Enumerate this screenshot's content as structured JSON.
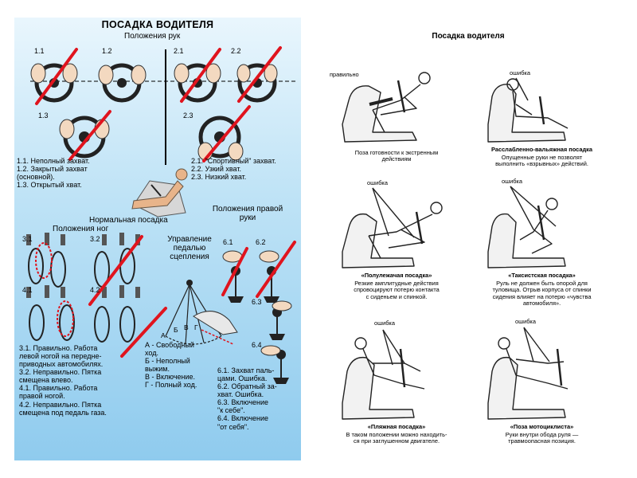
{
  "left_poster": {
    "title": "ПОСАДКА ВОДИТЕЛЯ",
    "hands_subtitle": "Положения рук",
    "grip_labels": [
      "1.1",
      "1.2",
      "2.1",
      "2.2",
      "1.3",
      "2.3"
    ],
    "grip_legend_left": "1.1. Неполный захват.\n1.2. Закрытый захват\n       (основной).\n1.3. Открытый хват.",
    "grip_legend_right": "2.1. \"Спортивный\" захват.\n2.2. Узкий хват.\n2.3. Низкий хват.",
    "normal_posture_label": "Нормальная посадка",
    "legs_subtitle": "Положения ног",
    "foot_labels": [
      "3.1",
      "3.2",
      "4.1",
      "4.2"
    ],
    "clutch_title": "Управление\nпедалью\nсцепления",
    "clutch_letters": [
      "А",
      "Б",
      "В",
      "Г"
    ],
    "right_hand_title": "Положения правой\nруки",
    "gear_labels": [
      "6.1",
      "6.2",
      "6.3",
      "6.4"
    ],
    "legs_legend": "3.1. Правильно. Работа\nлевой ногой на передне-\nприводных автомобилях.\n3.2. Неправильно. Пятка\nсмещена влево.\n4.1. Правильно. Работа\nправой ногой.\n4.2. Неправильно. Пятка\nсмещена под педаль газа.",
    "clutch_legend": "А - Свободный\nход.\nБ - Неполный\nвыжим.\nВ - Включение.\nГ - Полный ход.",
    "gear_legend": "6.1. Захват паль-\nцами. Ошибка.\n6.2. Обратный за-\nхват. Ошибка.\n6.3. Включение\n\"к себе\".\n6.4. Включение\n\"от себя\"."
  },
  "right_sheet": {
    "title": "Посадка водителя",
    "panels": [
      {
        "tag": "правильно",
        "caption": "Поза готовности к экстренным\nдействиям"
      },
      {
        "tag": "ошибка",
        "caption_bold": "Расслабленно-вальяжная посадка",
        "caption": "Опущенные руки не позволят\nвыполнить «взрывных» действий."
      },
      {
        "tag": "ошибка",
        "caption_bold": "«Полулежачая посадка»",
        "caption": "Резкие амплитудные действия\nспровоцируют потерю контакта\nс сиденьем и спинкой."
      },
      {
        "tag": "ошибка",
        "caption_bold": "«Таксистская посадка»",
        "caption": "Руль не должен быть опорой для\nтуловища. Отрыв корпуса от спинки\nсидения влияет на потерю «чувства\nавтомобиля»."
      },
      {
        "tag": "ошибка",
        "caption_bold": "«Пляжная посадка»",
        "caption": "В таком положении можно находить-\nся при заглушенном двигателе."
      },
      {
        "tag": "ошибка",
        "caption_bold": "«Поза мотоциклиста»",
        "caption": "Руки внутри обода руля —\nтравмоопасная позиция."
      }
    ]
  },
  "colors": {
    "cross": "#e0141e",
    "poster_top": "#e9f6fd",
    "poster_bottom": "#8fcbee"
  }
}
